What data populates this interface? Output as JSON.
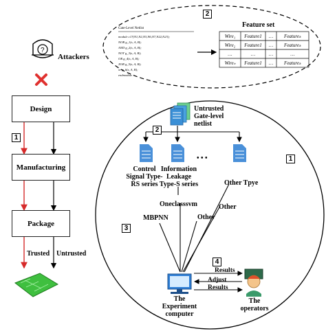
{
  "attackers_label": "Attackers",
  "stages": {
    "design": "Design",
    "manufacturing": "Manufacturing",
    "package": "Package"
  },
  "branch_labels": {
    "trusted": "Trusted",
    "untrusted": "Untrusted"
  },
  "badges": {
    "b1_left": "1",
    "b2_top": "2",
    "b1_right": "1",
    "b2_mid": "2",
    "b3": "3",
    "b4": "4"
  },
  "feature_panel": {
    "title": "Feature set",
    "code_header": "Gate-Level Netlist",
    "code_lines": [
      "module c17(N1,N2,N3,N6,N7,N22,N23);",
      "NOR  g_1(s, A, B);",
      "AND  g_2(s, A, B);",
      "NOT  g_3(s, A, B);",
      "OR   g_4(s, A, B);",
      "XOR  g_5(s, A, B);",
      "or   g_6(s, A, B);",
      "endmodule"
    ],
    "table": [
      [
        "Wire₁",
        "Feature1",
        "…",
        "Featureₖ"
      ],
      [
        "Wire₂",
        "Feature1",
        "…",
        "Featureₖ"
      ],
      [
        "…",
        "…",
        "…",
        "…"
      ],
      [
        "Wireₙ",
        "Feature1",
        "…",
        "Featureₖ"
      ]
    ]
  },
  "netlist_label": [
    "Untrusted",
    "Gate-level",
    "netlist"
  ],
  "series": {
    "control": [
      "Control",
      "Signal Type-",
      "RS series"
    ],
    "info": [
      "Information",
      "Leakage",
      "Type-S series"
    ],
    "dots": "•   •   •",
    "other": "Other Tpye"
  },
  "methods": {
    "mbpnn": "MBPNN",
    "oneclass": "Oneclasssvm",
    "other1": "Other",
    "other2": "Other"
  },
  "results": {
    "results1": "Results",
    "adjust": "Adjust",
    "results2": "Results"
  },
  "computer_label": [
    "The",
    "Experiment",
    "computer"
  ],
  "operators_label": [
    "The",
    "operators"
  ],
  "colors": {
    "red": "#d62a2a",
    "doc_blue": "#4a90d9",
    "doc_green": "#3cb371",
    "monitor": "#2f7fd6",
    "chip_green": "#3fbf3f",
    "cross": "#e0312f"
  }
}
